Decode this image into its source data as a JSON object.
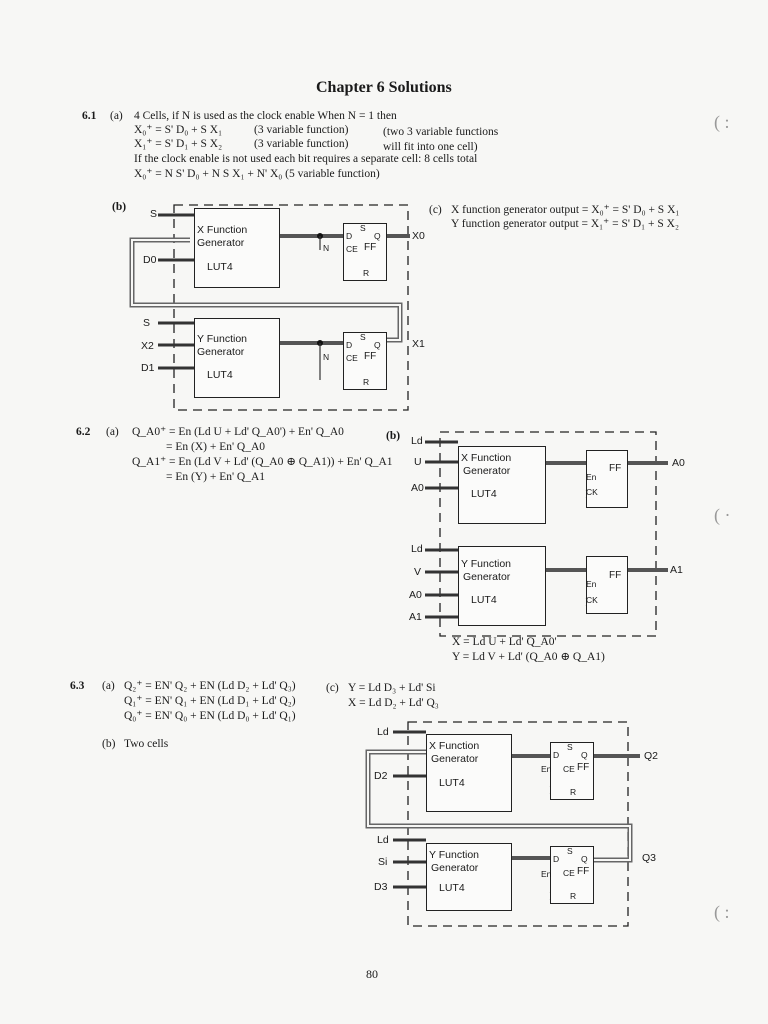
{
  "page": {
    "title": "Chapter 6 Solutions",
    "page_number": "80"
  },
  "p61": {
    "num": "6.1",
    "a_tag": "(a)",
    "a_line1": "4 Cells, if N is used as the clock enable  When N = 1 then",
    "a_eq1": "X₀⁺ = S' D₀ + S X₁",
    "a_eq1_note": "(3 variable function)",
    "a_eq1_side": "(two 3 variable functions",
    "a_eq2": "X₁⁺ = S' D₁ + S X₂",
    "a_eq2_note": "(3 variable function)",
    "a_eq2_side": "will fit into one cell)",
    "a_line4": "If the clock enable is not used each bit requires a separate cell: 8 cells total",
    "a_eq3": "X₀⁺ = N S' D₀ + N S X₁ + N' X₀    (5 variable function)",
    "b_tag": "(b)",
    "c_tag": "(c)",
    "c_line1": "X function generator output = X₀⁺ = S' D₀ + S X₁",
    "c_line2": "Y function generator output = X₁⁺ = S' D₁ + S X₂",
    "diagram": {
      "in_s_top": "S",
      "in_d0": "D0",
      "x_gen_l1": "X Function",
      "x_gen_l2": "Generator",
      "x_gen_l3": "LUT4",
      "out_x0": "X0",
      "in_s_bot": "S",
      "in_x2": "X2",
      "in_d1": "D1",
      "y_gen_l1": "Y Function",
      "y_gen_l2": "Generator",
      "y_gen_l3": "LUT4",
      "out_x1": "X1",
      "ff_d": "D",
      "ff_s": "S",
      "ff_q": "Q",
      "ff_ce": "CE",
      "ff_ff": "FF",
      "ff_r": "R",
      "ff_n": "N"
    }
  },
  "p62": {
    "num": "6.2",
    "a_tag": "(a)",
    "eq1": "Q_A0⁺ = En (Ld U + Ld' Q_A0') + En' Q_A0",
    "eq2": "= En (X) + En' Q_A0",
    "eq3": "Q_A1⁺ = En (Ld V + Ld' (Q_A0 ⊕ Q_A1)) + En' Q_A1",
    "eq4": "= En (Y) + En' Q_A1",
    "b_tag": "(b)",
    "diagram": {
      "in_ld_top": "Ld",
      "in_u": "U",
      "in_a0_top": "A0",
      "x_gen_l1": "X Function",
      "x_gen_l2": "Generator",
      "x_gen_l3": "LUT4",
      "out_a0": "A0",
      "in_ld_bot": "Ld",
      "in_v": "V",
      "in_a0_bot": "A0",
      "in_a1": "A1",
      "y_gen_l1": "Y Function",
      "y_gen_l2": "Generator",
      "y_gen_l3": "LUT4",
      "out_a1": "A1",
      "ff_en": "En",
      "ff_ck": "CK"
    },
    "x_eq": "X = Ld U + Ld' Q_A0'",
    "y_eq": "Y = Ld V + Ld' (Q_A0 ⊕ Q_A1)"
  },
  "p63": {
    "num": "6.3",
    "a_tag": "(a)",
    "eq1": "Q₂⁺ = EN' Q₂ + EN (Ld D₂ + Ld' Q₃)",
    "eq2": "Q₁⁺ = EN' Q₁ + EN (Ld D₁ + Ld' Q₂)",
    "eq3": "Q₀⁺ = EN' Q₀ + EN (Ld D₀ + Ld' Q₁)",
    "b_tag": "(b)",
    "b_text": "Two cells",
    "c_tag": "(c)",
    "c_eq1": "Y = Ld D₃ + Ld' Si",
    "c_eq2": "X = Ld D₂ + Ld' Q₃",
    "diagram": {
      "in_ld_top": "Ld",
      "in_d2": "D2",
      "x_gen_l1": "X Function",
      "x_gen_l2": "Generator",
      "x_gen_l3": "LUT4",
      "out_q2": "Q2",
      "in_ld_bot": "Ld",
      "in_si": "Si",
      "in_d3": "D3",
      "y_gen_l1": "Y Function",
      "y_gen_l2": "Generator",
      "y_gen_l3": "LUT4",
      "out_q3": "Q3",
      "ff_en": "En"
    }
  }
}
